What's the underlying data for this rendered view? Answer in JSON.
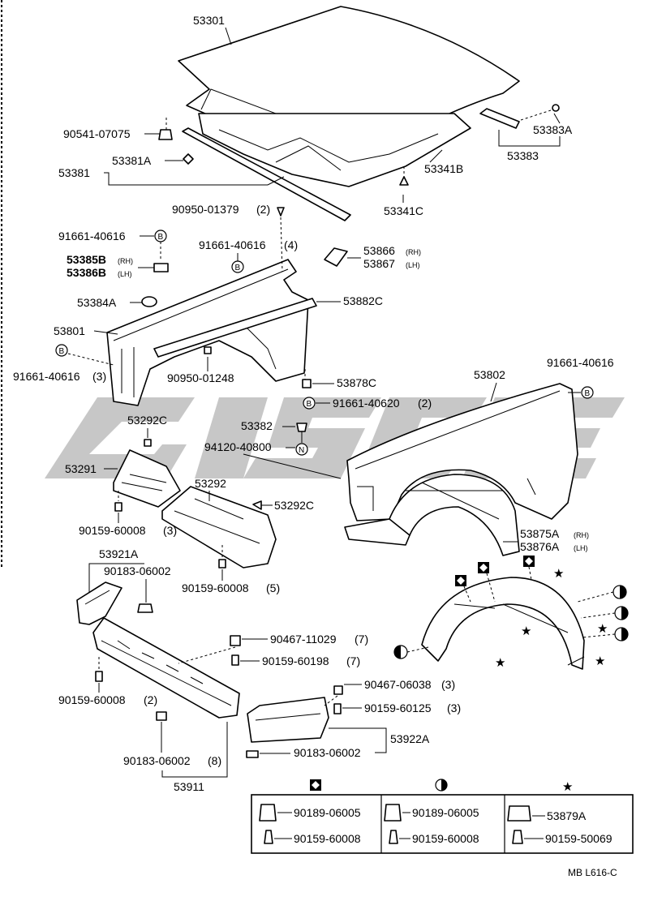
{
  "labels": {
    "p53301": "53301",
    "p90541": "90541-07075",
    "p53381": "53381",
    "p53381A": "53381A",
    "p53383A": "53383A",
    "p53383": "53383",
    "p53341B": "53341B",
    "p53341C": "53341C",
    "p90950_1379": "90950-01379",
    "p90950_1379_qty": "(2)",
    "p91661_a": "91661-40616",
    "p91661_b": "91661-40616",
    "p91661_b_qty": "(4)",
    "p53866": "53866",
    "p53866_side": "(RH)",
    "p53867": "53867",
    "p53867_side": "(LH)",
    "p53385B": "53385B",
    "p53385B_side": "(RH)",
    "p53386B": "53386B",
    "p53386B_side": "(LH)",
    "p53384A": "53384A",
    "p53882C": "53882C",
    "p53801": "53801",
    "p91661_c": "91661-40616",
    "p91661_c_qty": "(3)",
    "p90950_1248": "90950-01248",
    "p53878C": "53878C",
    "p91661_40620": "91661-40620",
    "p91661_40620_qty": "(2)",
    "p53802": "53802",
    "p91661_d": "91661-40616",
    "p53292C_a": "53292C",
    "p53382": "53382",
    "p94120": "94120-40800",
    "p53291": "53291",
    "p53292": "53292",
    "p53292C_b": "53292C",
    "p90159_60008_a": "90159-60008",
    "p90159_60008_a_qty": "(3)",
    "p53875A": "53875A",
    "p53875A_side": "(RH)",
    "p53876A": "53876A",
    "p53876A_side": "(LH)",
    "p53921A": "53921A",
    "p90183_a": "90183-06002",
    "p90159_60008_b": "90159-60008",
    "p90159_60008_b_qty": "(5)",
    "p90467_11029": "90467-11029",
    "p90467_11029_qty": "(7)",
    "p90159_60198": "90159-60198",
    "p90159_60198_qty": "(7)",
    "p90159_60008_c": "90159-60008",
    "p90159_60008_c_qty": "(2)",
    "p90467_06038": "90467-06038",
    "p90467_06038_qty": "(3)",
    "p90159_60125": "90159-60125",
    "p90159_60125_qty": "(3)",
    "p53922A": "53922A",
    "p90183_b": "90183-06002",
    "p90183_c": "90183-06002",
    "p90183_c_qty": "(8)",
    "p53911": "53911"
  },
  "badges": {
    "B": "B",
    "N": "N"
  },
  "legend": {
    "col1": {
      "nut": "90189-06005",
      "bolt": "90159-60008"
    },
    "col2": {
      "nut": "90189-06005",
      "bolt": "90159-60008"
    },
    "col3": {
      "nut": "53879A",
      "bolt": "90159-50069"
    },
    "symbols": {
      "square": "diamond-in-square-symbol",
      "half": "half-filled-circle-symbol",
      "star": "star-symbol"
    }
  },
  "footer": {
    "code": "MB L616-C"
  },
  "colors": {
    "line": "#000000",
    "watermark": "#bdbdbd",
    "background": "#ffffff"
  }
}
